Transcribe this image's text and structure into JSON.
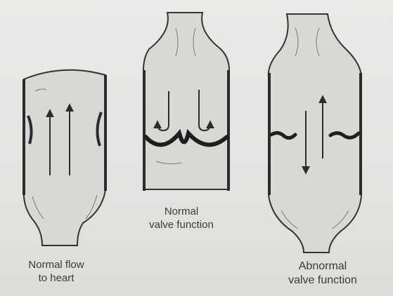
{
  "diagram": {
    "captions": {
      "normal_flow": "Normal flow\nto heart",
      "normal_valve": "Normal\nvalve function",
      "abnormal_valve": "Abnormal\nvalve function"
    }
  }
}
